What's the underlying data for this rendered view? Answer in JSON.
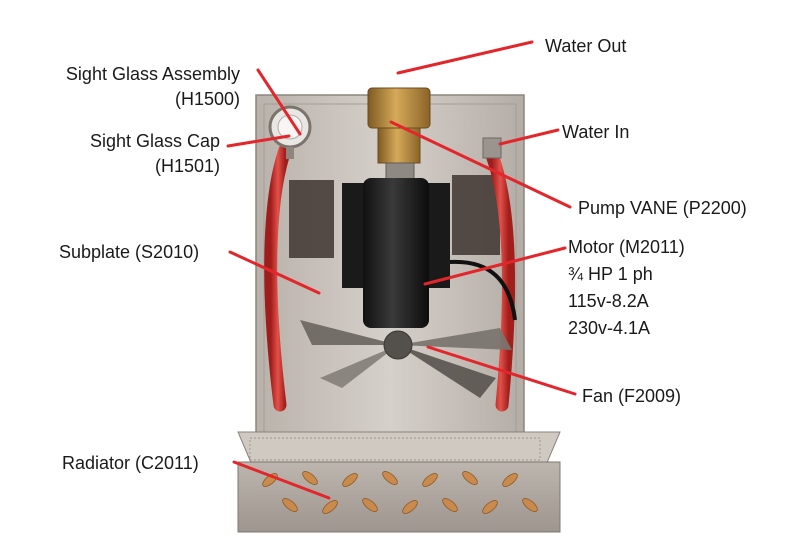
{
  "labels": {
    "water_out": "Water Out",
    "sight_glass_assembly": "Sight Glass Assembly",
    "sight_glass_assembly_code": "(H1500)",
    "sight_glass_cap": "Sight Glass Cap",
    "sight_glass_cap_code": "(H1501)",
    "water_in": "Water In",
    "pump_vane": "Pump VANE (P2200)",
    "subplate": "Subplate (S2010)",
    "motor": "Motor (M2011)",
    "motor_hp": "¾ HP  1 ph",
    "motor_115": "115v-8.2A",
    "motor_230": "230v-4.1A",
    "fan": "Fan (F2009)",
    "radiator": "Radiator (C2011)"
  },
  "colors": {
    "leader": "#e3262b",
    "plate": "#c9c3bd",
    "hose": "#d8362f",
    "brass": "#b8893a",
    "motor": "#1c1c1c"
  }
}
